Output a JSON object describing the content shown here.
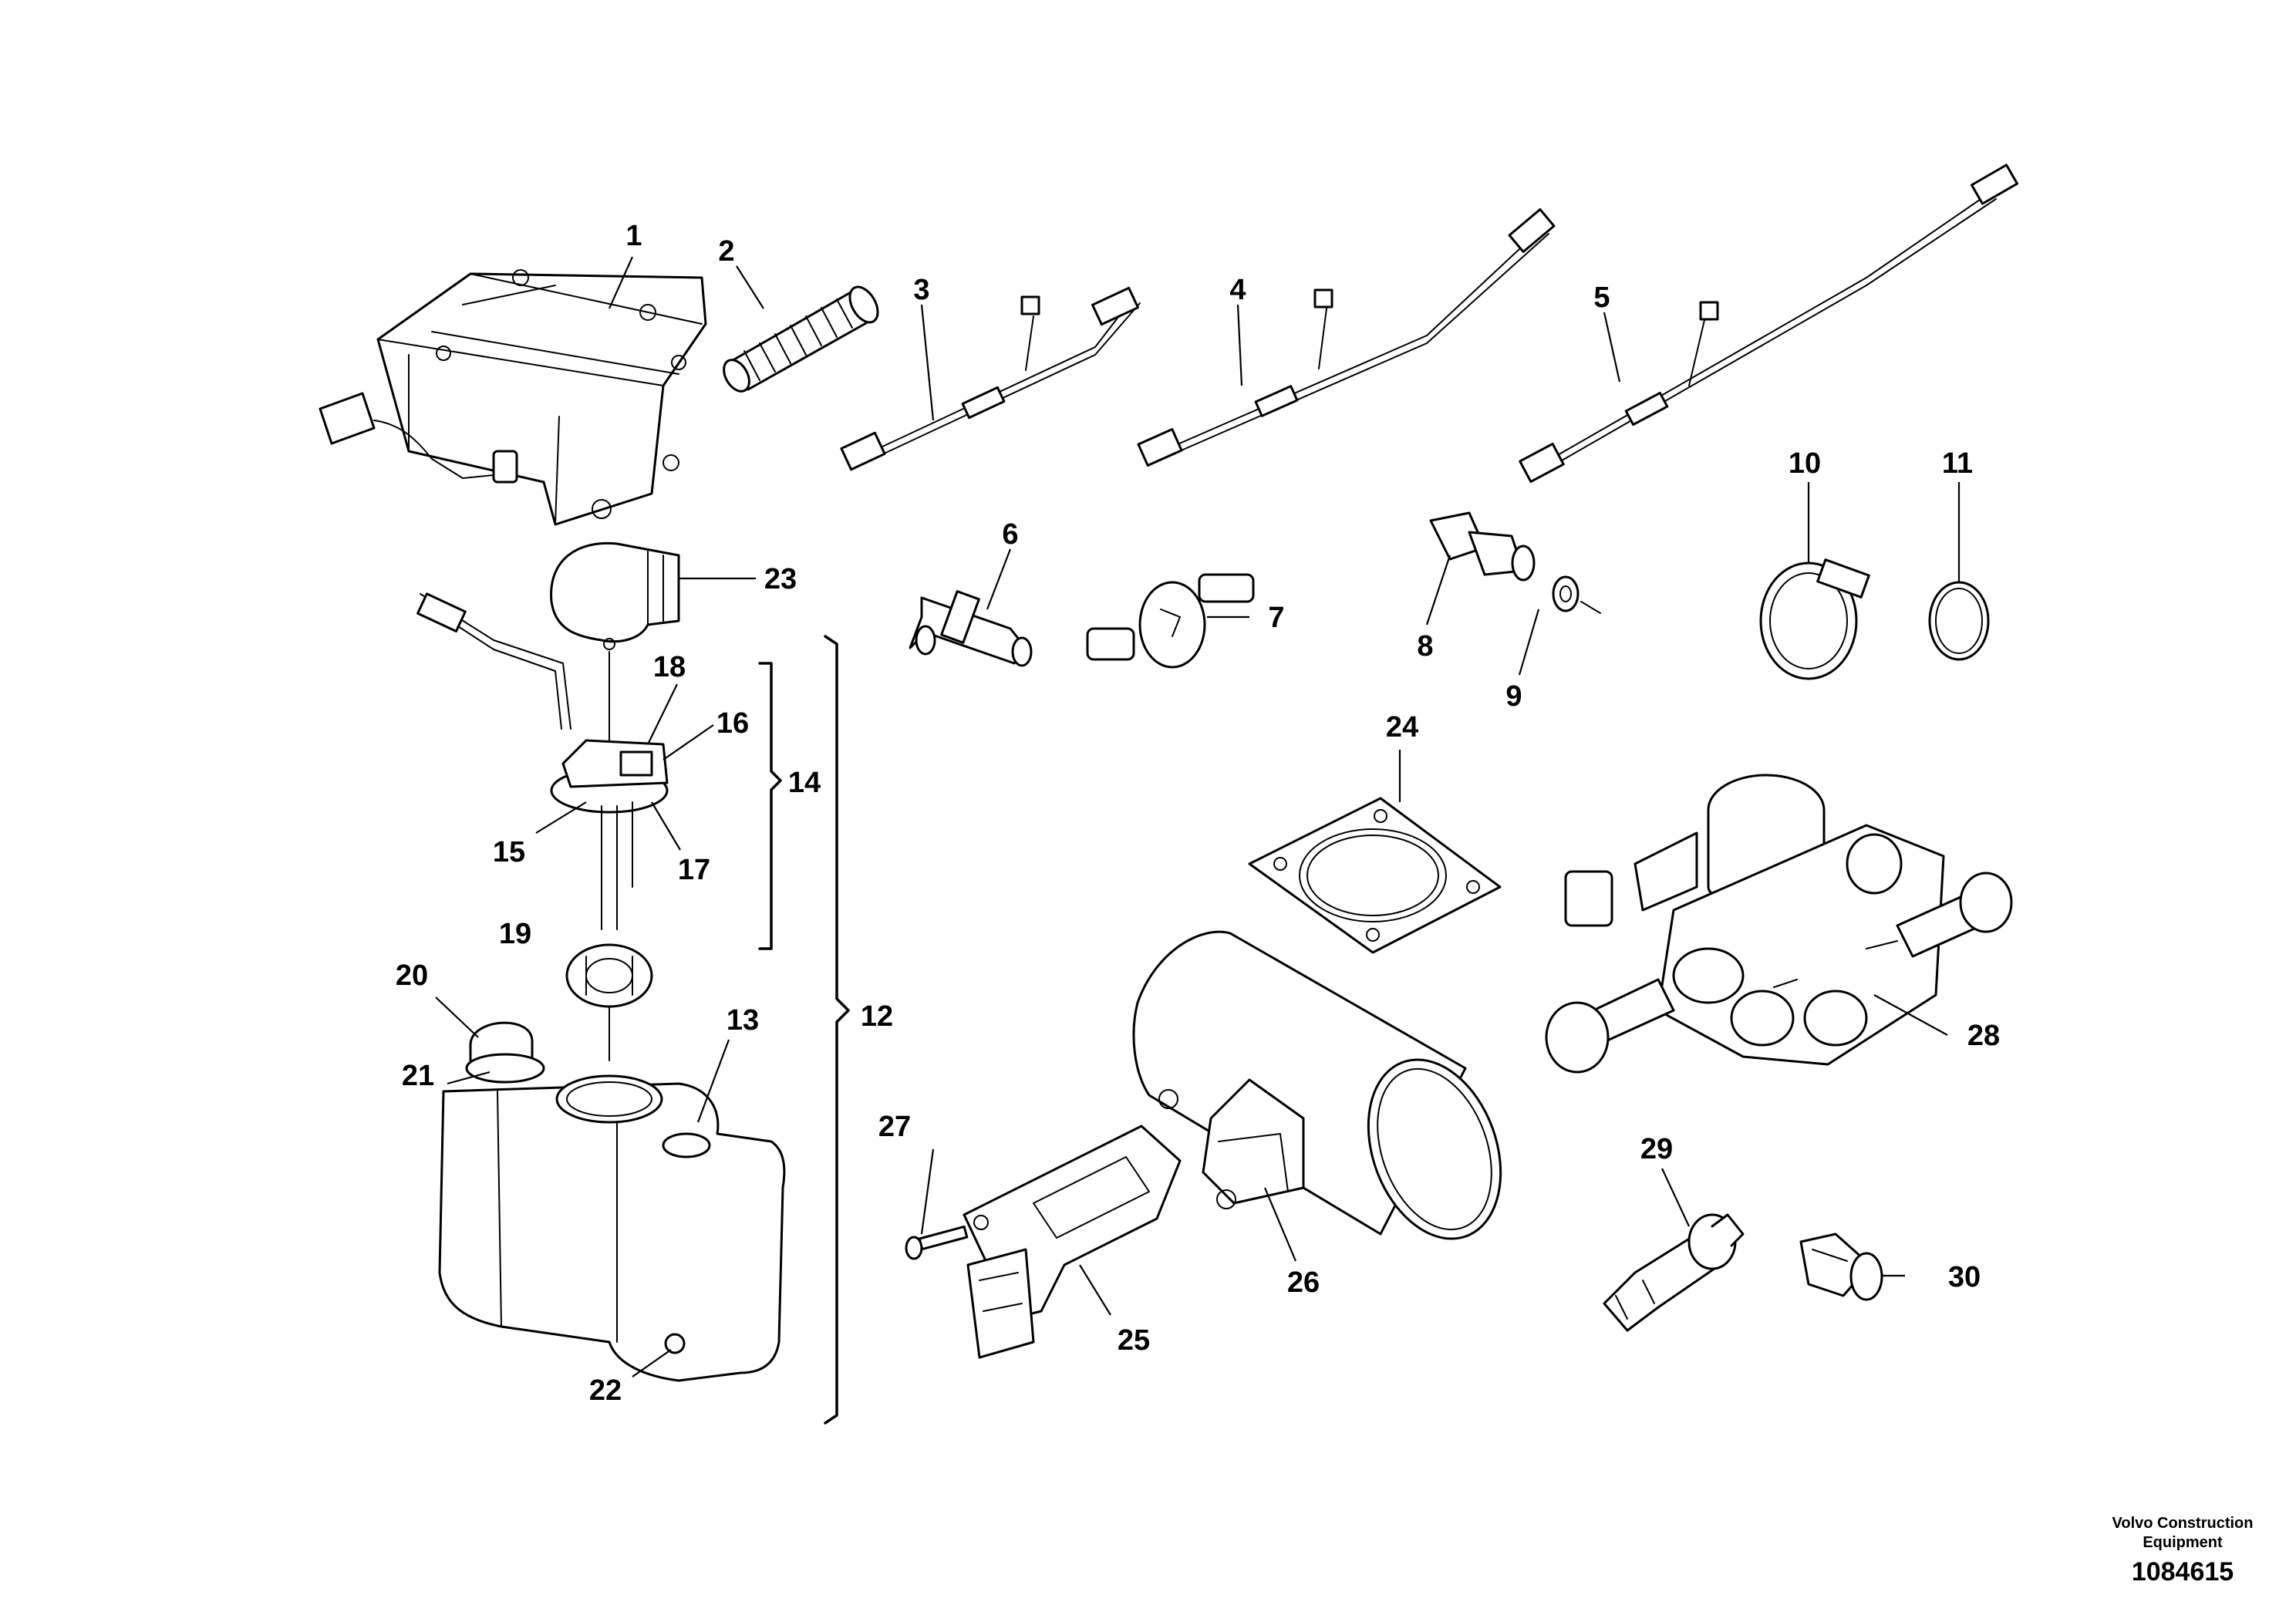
{
  "diagram": {
    "callouts": [
      "1",
      "2",
      "3",
      "4",
      "5",
      "6",
      "7",
      "8",
      "9",
      "10",
      "11",
      "12",
      "13",
      "14",
      "15",
      "16",
      "17",
      "18",
      "19",
      "20",
      "21",
      "22",
      "23",
      "24",
      "25",
      "26",
      "27",
      "28",
      "29",
      "30"
    ]
  },
  "footer": {
    "company": "Volvo Construction Equipment",
    "drawing_number": "1084615"
  }
}
